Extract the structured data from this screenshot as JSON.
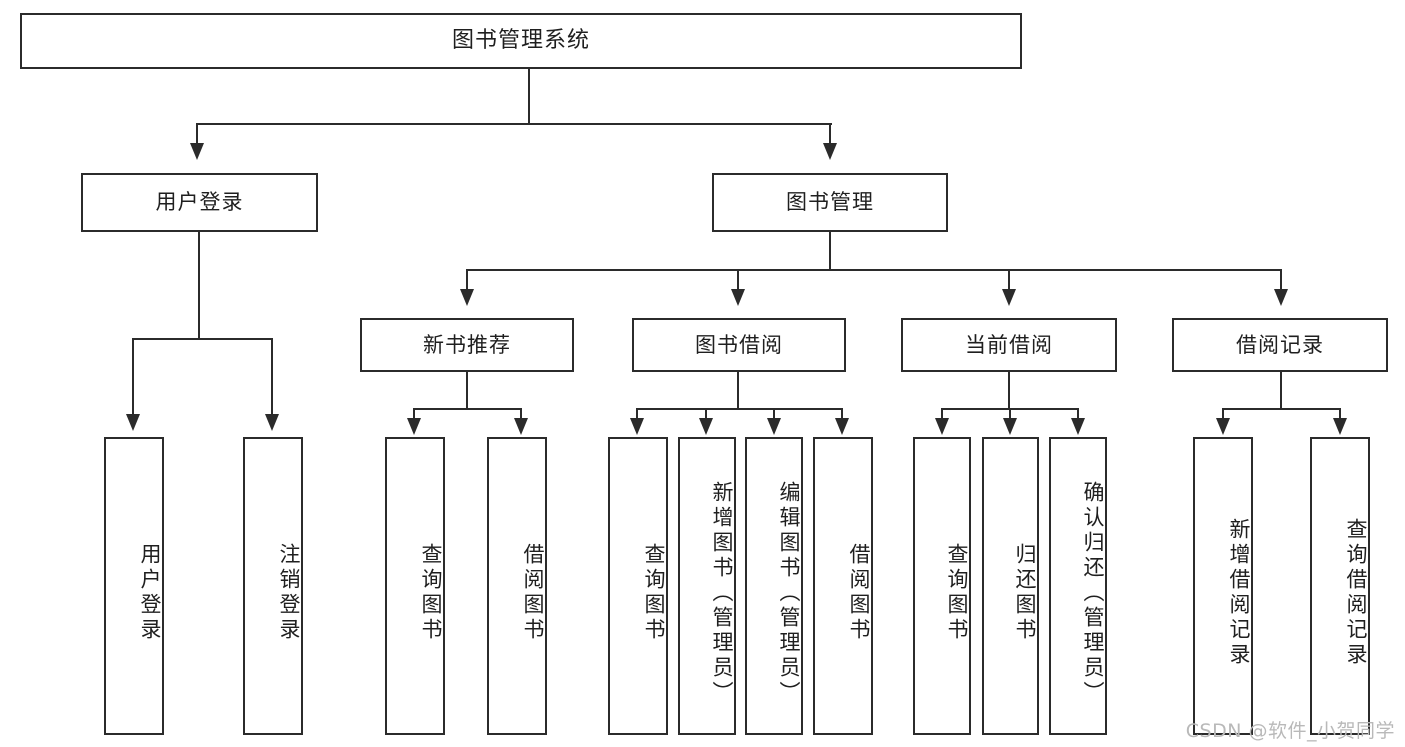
{
  "diagram": {
    "title": "图书管理系统",
    "type": "tree",
    "root": {
      "id": "root",
      "label": "图书管理系统"
    },
    "level2": [
      {
        "id": "user-login",
        "label": "用户登录"
      },
      {
        "id": "book-manage",
        "label": "图书管理"
      }
    ],
    "level3": [
      {
        "id": "new-book-recommend",
        "label": "新书推荐",
        "parent": "book-manage"
      },
      {
        "id": "book-borrow",
        "label": "图书借阅",
        "parent": "book-manage"
      },
      {
        "id": "current-borrow",
        "label": "当前借阅",
        "parent": "book-manage"
      },
      {
        "id": "borrow-record",
        "label": "借阅记录",
        "parent": "book-manage"
      }
    ],
    "leaves": {
      "user_login": [
        {
          "id": "leaf-user-login",
          "label": "用户登录"
        },
        {
          "id": "leaf-logout-login",
          "label": "注销登录"
        }
      ],
      "new_book_recommend": [
        {
          "id": "leaf-query-book-1",
          "label": "查询图书"
        },
        {
          "id": "leaf-borrow-book-1",
          "label": "借阅图书"
        }
      ],
      "book_borrow": [
        {
          "id": "leaf-query-book-2",
          "label": "查询图书"
        },
        {
          "id": "leaf-add-book",
          "label": "新增图书（管理员）"
        },
        {
          "id": "leaf-edit-book",
          "label": "编辑图书（管理员）"
        },
        {
          "id": "leaf-borrow-book-2",
          "label": "借阅图书"
        }
      ],
      "current_borrow": [
        {
          "id": "leaf-query-book-3",
          "label": "查询图书"
        },
        {
          "id": "leaf-return-book",
          "label": "归还图书"
        },
        {
          "id": "leaf-confirm-return",
          "label": "确认归还（管理员）"
        }
      ],
      "borrow_record": [
        {
          "id": "leaf-add-record",
          "label": "新增借阅记录"
        },
        {
          "id": "leaf-query-record",
          "label": "查询借阅记录"
        }
      ]
    }
  },
  "watermark": {
    "text": "CSDN @软件_小贺同学"
  },
  "colors": {
    "stroke": "#2b2b2b",
    "text": "#1f1f1f",
    "background": "#ffffff",
    "watermark": "#b9b9b9"
  }
}
